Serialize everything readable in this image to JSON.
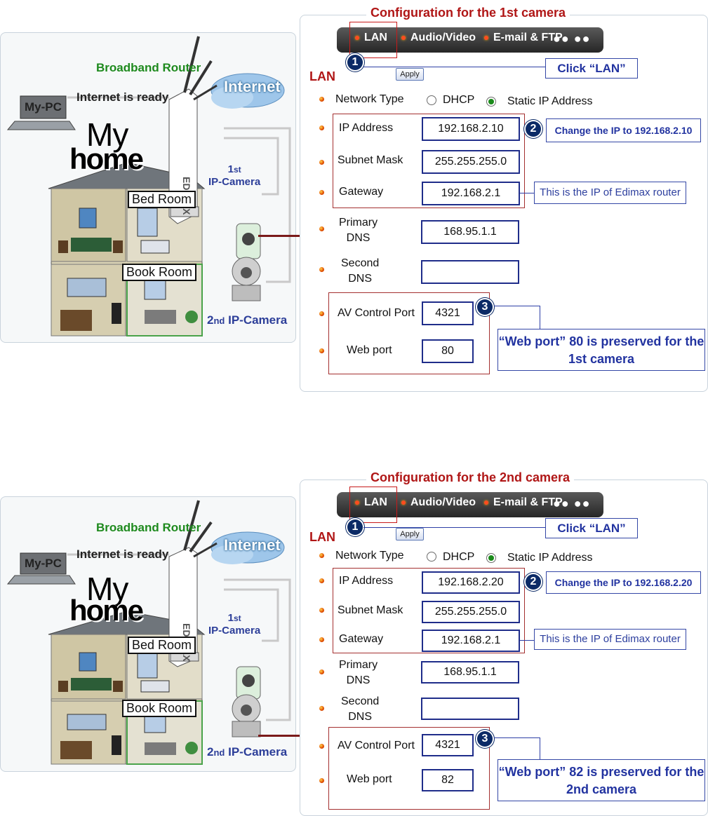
{
  "scene": {
    "router": "Broadband Router",
    "ready": "Internet is ready",
    "pc": "My-PC",
    "internet": "Internet",
    "router_brand": "EDIMAX",
    "my": "My",
    "home": "home",
    "bed_room": "Bed Room",
    "book_room": "Book Room",
    "cam1_num": "1",
    "cam1_sup": "st",
    "cam1_name": "IP-Camera",
    "cam2_num": "2",
    "cam2_sup": "nd",
    "cam2_name": "IP-Camera"
  },
  "form": {
    "tabs": {
      "lan": "LAN",
      "av": "Audio/Video",
      "mail": "E-mail & FTP",
      "more": "●● ●●"
    },
    "steps": [
      "1",
      "2",
      "3"
    ],
    "apply": "Apply",
    "click_lan": "Click “LAN”",
    "lan_heading": "LAN",
    "network_type": "Network Type",
    "dhcp": "DHCP",
    "static": "Static IP Address",
    "ip_label": "IP Address",
    "mask_label": "Subnet Mask",
    "gw_label": "Gateway",
    "dns1_label_a": "Primary",
    "dns1_label_b": "DNS",
    "dns2_label_a": "Second",
    "dns2_label_b": "DNS",
    "av_label": "AV Control Port",
    "web_label": "Web port",
    "gw_note": "This is the IP of Edimax router",
    "mask": "255.255.255.0",
    "gateway": "192.168.2.1",
    "dns1": "168.95.1.1",
    "dns2": "",
    "av_port": "4321"
  },
  "panels": [
    {
      "title": "Configuration for the 1st camera",
      "ip": "192.168.2.10",
      "change_ip": "Change the IP to 192.168.2.10",
      "web_port": "80",
      "web_note": "“Web port”   80 is preserved for the 1st camera"
    },
    {
      "title": "Configuration for the 2nd camera",
      "ip": "192.168.2.20",
      "change_ip": "Change the IP to 192.168.2.20",
      "web_port": "82",
      "web_note": "“Web port”   82 is preserved for the 2nd camera"
    }
  ]
}
